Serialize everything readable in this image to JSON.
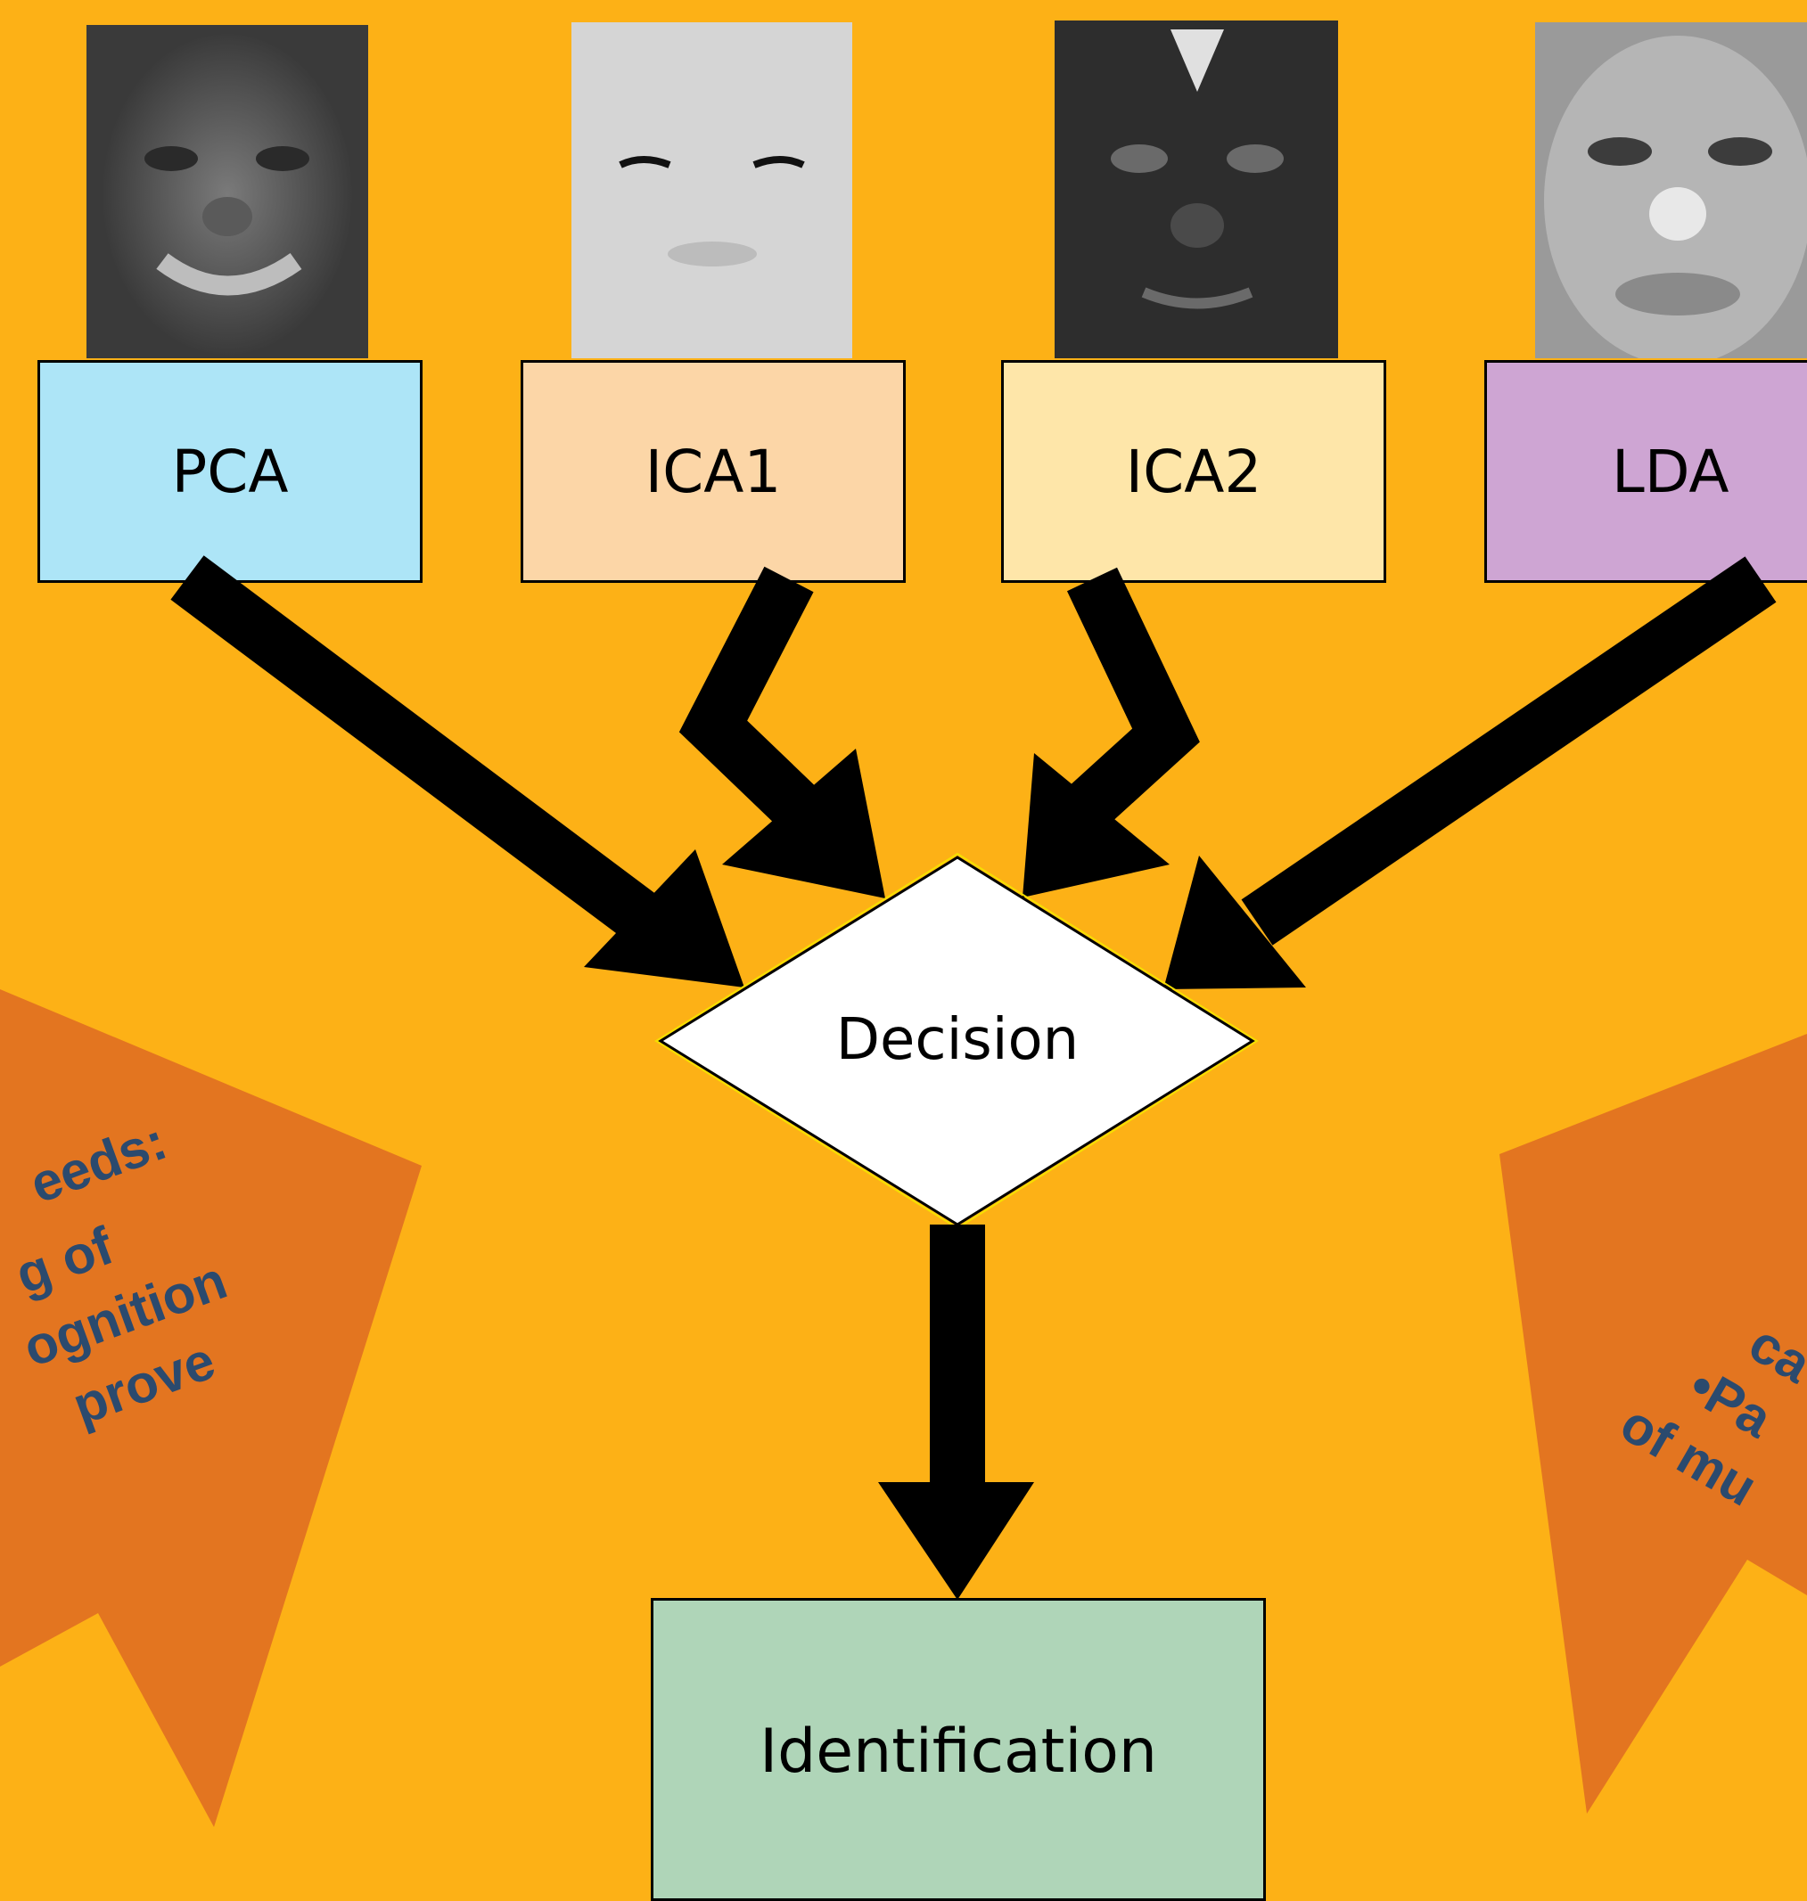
{
  "colors": {
    "background": "#FDB116",
    "callout": "#E37520",
    "callout_text": "#2B4A6E",
    "pca": "#ADE5F7",
    "ica1": "#FCD6A7",
    "ica2": "#FEE6A9",
    "lda": "#CEA5D3",
    "identification": "#AFD5B8",
    "decision": "#FFFFFF",
    "arrow": "#000000"
  },
  "methods": [
    {
      "label": "PCA"
    },
    {
      "label": "ICA1"
    },
    {
      "label": "ICA2"
    },
    {
      "label": "LDA"
    }
  ],
  "decision": {
    "label": "Decision"
  },
  "identification": {
    "label": "Identification"
  },
  "left_callout": {
    "lines": [
      "eeds:",
      "g of",
      "ognition",
      "prove"
    ]
  },
  "right_callout": {
    "lines": [
      "•",
      "ca",
      "•Pa",
      "of mu"
    ]
  }
}
